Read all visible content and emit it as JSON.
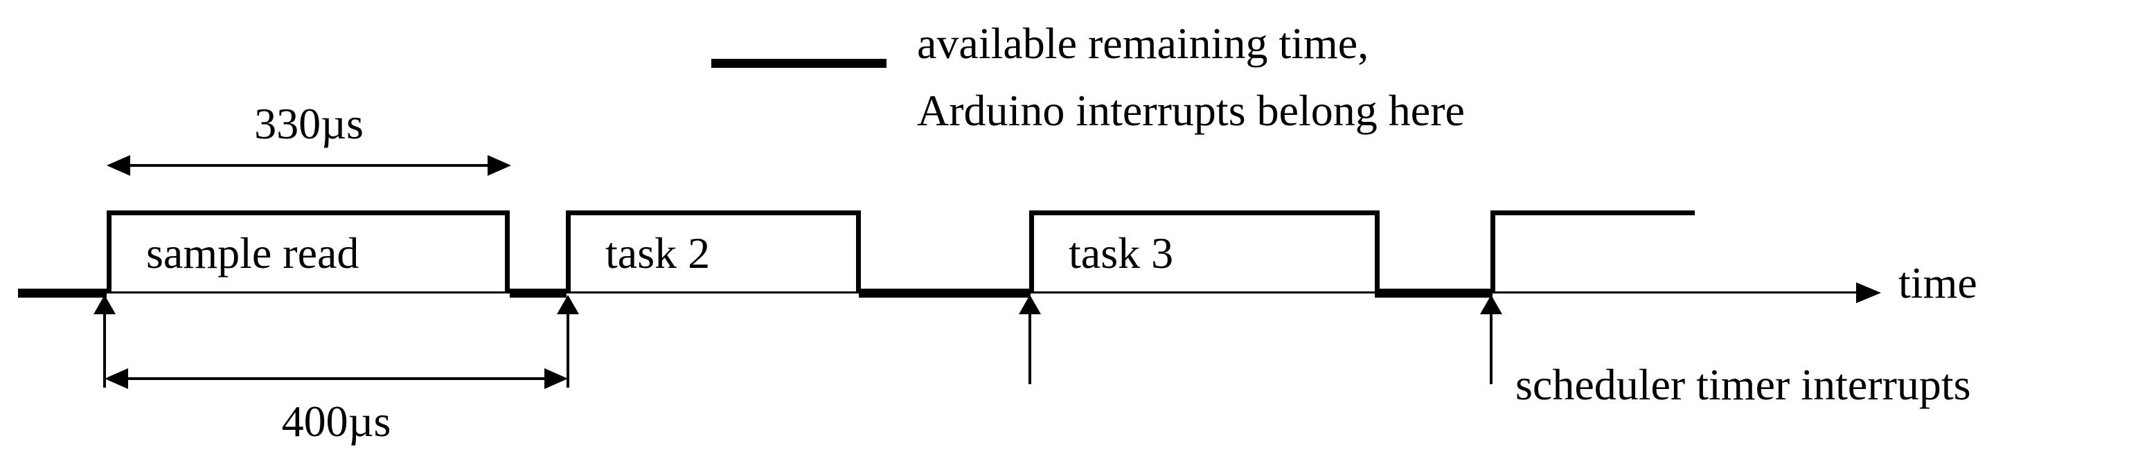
{
  "legend": {
    "line1": "available remaining time,",
    "line2": "Arduino interrupts belong here"
  },
  "dimensions": {
    "sample_read_duration": "330µs",
    "scheduler_period": "400µs"
  },
  "timeline": {
    "tasks": [
      {
        "label": "sample read"
      },
      {
        "label": "task 2"
      },
      {
        "label": "task 3"
      },
      {
        "label": ""
      }
    ],
    "axis_label": "time",
    "interrupts_label": "scheduler timer interrupts"
  },
  "colors": {
    "ink": "#000000",
    "background": "#ffffff"
  }
}
